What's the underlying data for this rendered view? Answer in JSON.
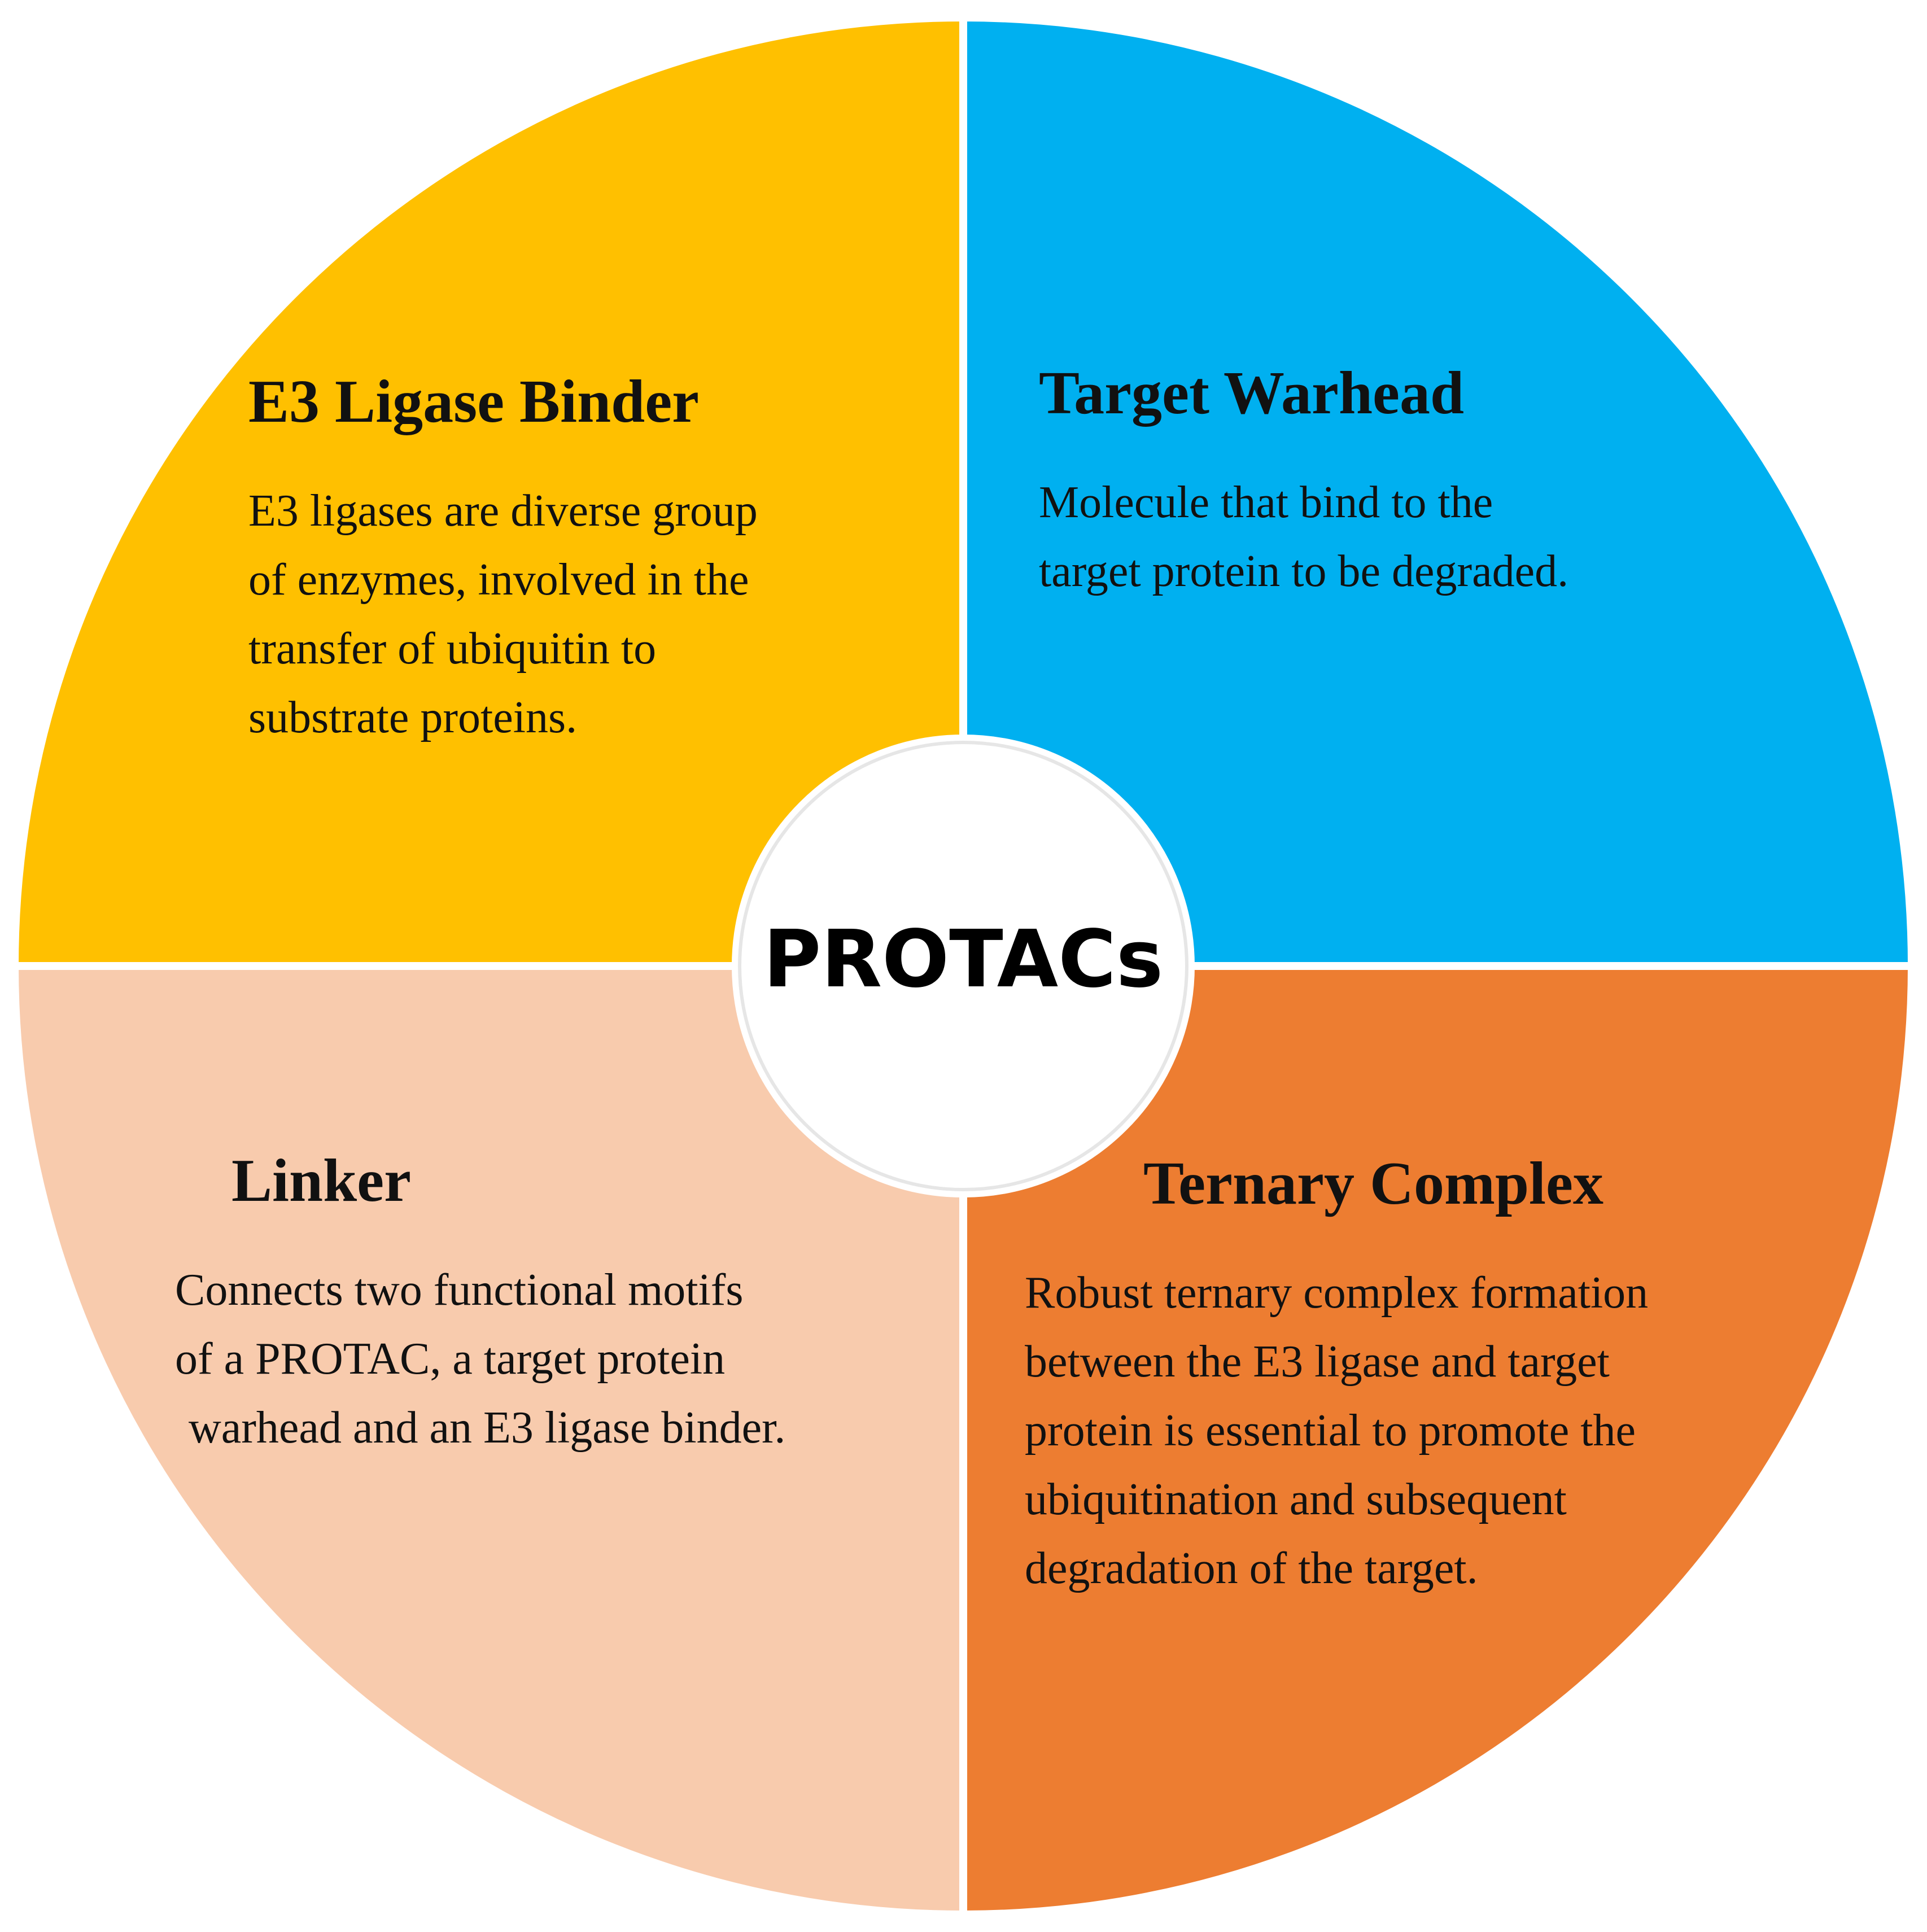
{
  "center": {
    "label": "PROTACs"
  },
  "quadrants": [
    {
      "id": "top-left",
      "title": "E3 Ligase Binder",
      "lines": [
        "E3 ligases are diverse group",
        "of enzymes, involved in the",
        "transfer of ubiquitin to",
        "substrate proteins."
      ],
      "color": "#FFC000"
    },
    {
      "id": "top-right",
      "title": "Target Warhead",
      "lines": [
        "Molecule that bind to the",
        "target protein to be degraded."
      ],
      "color": "#00B0F0"
    },
    {
      "id": "bottom-left",
      "title": "Linker",
      "lines": [
        "Connects two functional motifs",
        "of a PROTAC, a target protein",
        "warhead and an E3 ligase binder."
      ],
      "color": "#F8CBAD"
    },
    {
      "id": "bottom-right",
      "title": "Ternary Complex",
      "lines": [
        "Robust ternary complex formation",
        "between the E3 ligase and target",
        "protein is essential to promote the",
        "ubiquitination and subsequent",
        "degradation of the target."
      ],
      "color": "#ED7D31"
    }
  ]
}
